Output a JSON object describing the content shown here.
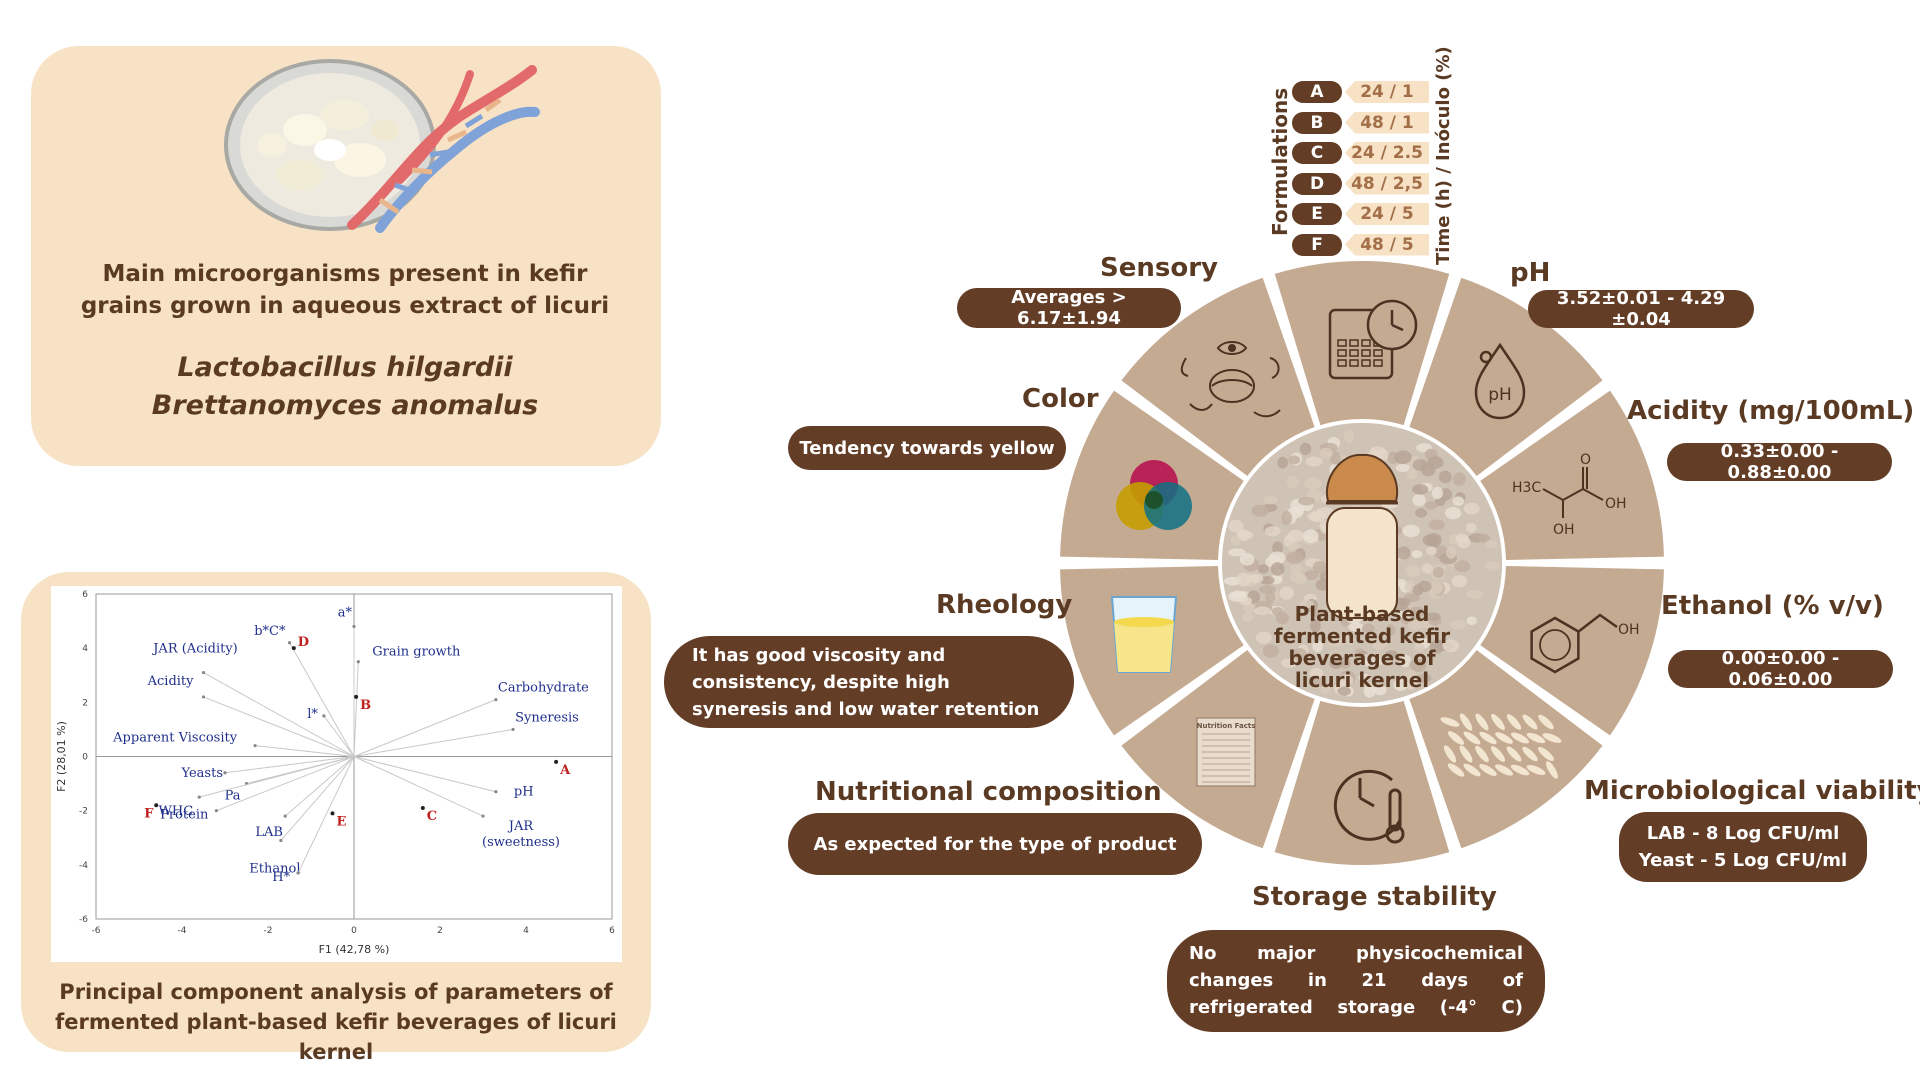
{
  "kefir": {
    "caption": "Main microorganisms present in kefir grains grown in aqueous extract of licuri",
    "species": [
      "Lactobacillus hilgardii",
      "Brettanomyces anomalus"
    ]
  },
  "pca": {
    "caption": "Principal component analysis of parameters of fermented plant-based kefir beverages of licuri kernel",
    "xlabel": "F1 (42,78 %)",
    "ylabel": "F2 (28,01 %)",
    "xlim": [
      -6,
      6
    ],
    "ylim": [
      -6,
      6
    ],
    "ticks": [
      -6,
      -4,
      -2,
      0,
      2,
      4,
      6
    ],
    "variables": [
      {
        "label": "b*C*",
        "x": -1.5,
        "y": 4.2
      },
      {
        "label": "a*",
        "x": 0,
        "y": 4.8
      },
      {
        "label": "JAR (Acidity)",
        "x": -3.5,
        "y": 3.1
      },
      {
        "label": "Acidity",
        "x": -3.5,
        "y": 2.2
      },
      {
        "label": "Grain growth",
        "x": 0.1,
        "y": 3.5
      },
      {
        "label": "l*",
        "x": -0.7,
        "y": 1.5
      },
      {
        "label": "Carbohydrate",
        "x": 3.3,
        "y": 2.1
      },
      {
        "label": "Syneresis",
        "x": 3.7,
        "y": 1.0
      },
      {
        "label": "Apparent Viscosity",
        "x": -2.3,
        "y": 0.4
      },
      {
        "label": "Yeasts",
        "x": -3.0,
        "y": -0.6
      },
      {
        "label": "Pa",
        "x": -2.5,
        "y": -1.0
      },
      {
        "label": "WHC",
        "x": -3.6,
        "y": -1.5
      },
      {
        "label": "Protein",
        "x": -3.2,
        "y": -2.0
      },
      {
        "label": "LAB",
        "x": -1.6,
        "y": -2.2
      },
      {
        "label": "Ethanol",
        "x": -1.7,
        "y": -3.1
      },
      {
        "label": "H*",
        "x": -1.3,
        "y": -4.3
      },
      {
        "label": "pH",
        "x": 3.3,
        "y": -1.3
      },
      {
        "label": "JAR (sweetness)",
        "x": 3.0,
        "y": -2.2
      }
    ],
    "observations": [
      {
        "label": "A",
        "x": 4.7,
        "y": -0.2
      },
      {
        "label": "B",
        "x": 0.05,
        "y": 2.2
      },
      {
        "label": "C",
        "x": 1.6,
        "y": -1.9
      },
      {
        "label": "D",
        "x": -1.4,
        "y": 4.0
      },
      {
        "label": "E",
        "x": -0.5,
        "y": -2.1
      },
      {
        "label": "F",
        "x": -4.6,
        "y": -1.8
      }
    ]
  },
  "formulations": {
    "label": "Formulations",
    "axis_label": "Time (h) / Inóculo (%)",
    "items": [
      {
        "id": "A",
        "value": "24 / 1"
      },
      {
        "id": "B",
        "value": "48 / 1"
      },
      {
        "id": "C",
        "value": "24 / 2.5"
      },
      {
        "id": "D",
        "value": "48 / 2,5"
      },
      {
        "id": "E",
        "value": "24 / 5"
      },
      {
        "id": "F",
        "value": "48 / 5"
      }
    ]
  },
  "wheel": {
    "center": "Plant-based fermented kefir beverages of licuri kernel",
    "chemistry": {
      "h3c": "H3C",
      "oh": "OH",
      "ph": "pH"
    },
    "label_card": "Nutrition Facts"
  },
  "sections": {
    "sensory": {
      "title": "Sensory",
      "value": "Averages > 6.17±1.94"
    },
    "ph": {
      "title": "pH",
      "value": "3.52±0.01 -  4.29 ±0.04"
    },
    "acidity": {
      "title": "Acidity (mg/100mL)",
      "value": "0.33±0.00 - 0.88±0.00"
    },
    "color": {
      "title": "Color",
      "value": "Tendency towards yellow"
    },
    "ethanol": {
      "title": "Ethanol (% v/v)",
      "value": "0.00±0.00 -  0.06±0.00"
    },
    "rheology": {
      "title": "Rheology",
      "value": "It has good viscosity and consistency, despite high syneresis and low water retention"
    },
    "microbiological": {
      "title": "Microbiological viability",
      "line1": "LAB - 8 Log  CFU/ml",
      "line2": "Yeast - 5 Log CFU/ml"
    },
    "nutritional": {
      "title": "Nutritional composition",
      "value": "As expected for the type of product"
    },
    "storage": {
      "title": "Storage stability",
      "value": "No major physicochemical changes in 21 days of refrigerated storage (-4° C)"
    }
  },
  "colors": {
    "panel": "#f7e2c5",
    "brown": "#633d26",
    "text": "#5a3a22",
    "wheel": "#c5aa92",
    "pca_var": "#1f2f8a",
    "pca_obs": "#c0201e"
  },
  "icons": [
    "petri-dish-icon",
    "dna-icon",
    "sensory-organs-icon",
    "timer-keypad-icon",
    "ph-drop-icon",
    "lactic-acid-icon",
    "benzyl-alcohol-icon",
    "rice-grains-icon",
    "clock-thermometer-icon",
    "nutrition-facts-icon",
    "glass-icon",
    "cmy-circles-icon",
    "jar-icon"
  ]
}
